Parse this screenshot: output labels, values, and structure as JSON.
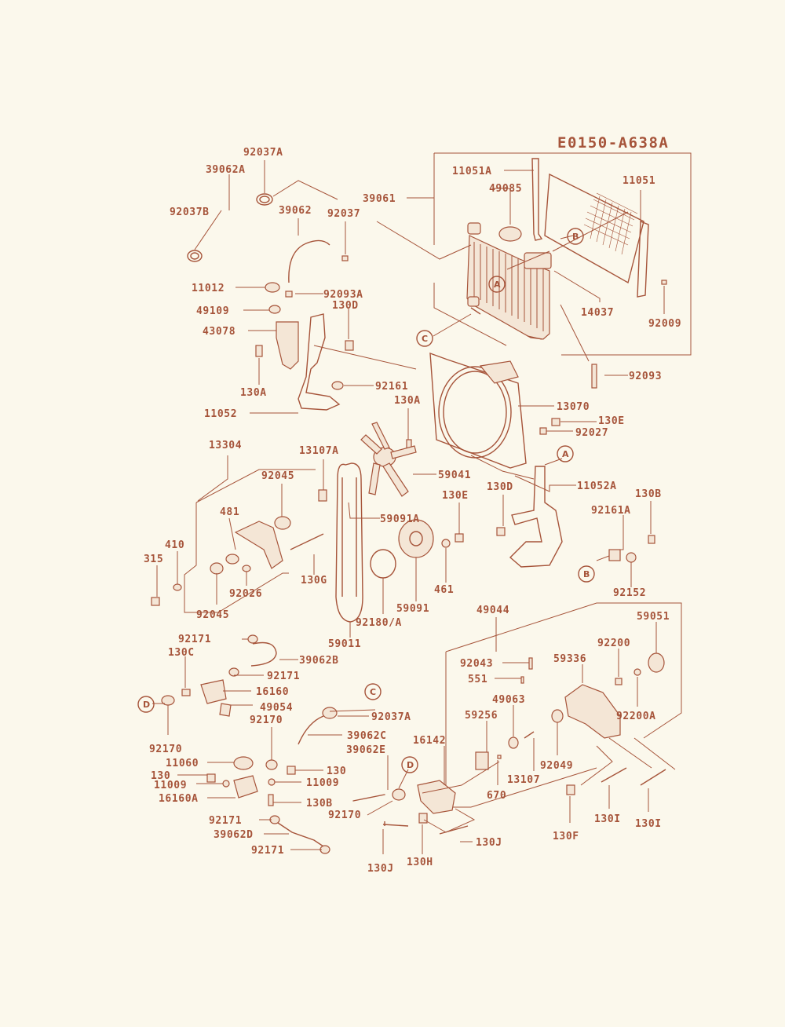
{
  "diagram_code": "E0150-A638A",
  "parts": {
    "p92037A_top": "92037A",
    "p39062A": "39062A",
    "p92037B": "92037B",
    "p39062": "39062",
    "p92037": "92037",
    "p39061": "39061",
    "p11051A": "11051A",
    "p49085": "49085",
    "p11051": "11051",
    "p11012": "11012",
    "p92093A": "92093A",
    "p49109": "49109",
    "p130D_top": "130D",
    "p43078": "43078",
    "p14037": "14037",
    "p92009": "92009",
    "p130A_left": "130A",
    "p92161": "92161",
    "p92093": "92093",
    "p11052": "11052",
    "p130A_mid": "130A",
    "p13070": "13070",
    "p130E_top": "130E",
    "p92027": "92027",
    "p13304": "13304",
    "p13107A": "13107A",
    "p92045_top": "92045",
    "p59041": "59041",
    "p11052A": "11052A",
    "p481": "481",
    "p130D_mid": "130D",
    "p130B_right": "130B",
    "p130E_mid": "130E",
    "p59091A": "59091A",
    "p92161A": "92161A",
    "p410": "410",
    "p315": "315",
    "p92026": "92026",
    "p130G": "130G",
    "p92045_bottom": "92045",
    "p461": "461",
    "p59091": "59091",
    "p92152": "92152",
    "p92180A": "92180/A",
    "p49044": "49044",
    "p59051": "59051",
    "p59011": "59011",
    "p92171_a": "92171",
    "p130C": "130C",
    "p39062B": "39062B",
    "p92200": "92200",
    "p92043": "92043",
    "p59336": "59336",
    "p92171_b": "92171",
    "p551": "551",
    "p16160": "16160",
    "p49054": "49054",
    "p49063": "49063",
    "p59256": "59256",
    "p92200A": "92200A",
    "p92170_left": "92170",
    "p92170_mid": "92170",
    "p92037A_bottom": "92037A",
    "p16142": "16142",
    "p39062C": "39062C",
    "p39062E": "39062E",
    "p11060": "11060",
    "p13107": "13107",
    "p92049": "92049",
    "p130_a": "130",
    "p130_b": "130",
    "p11009_left": "11009",
    "p11009_right": "11009",
    "p16160A": "16160A",
    "p130B_bottom": "130B",
    "p670": "670",
    "p92170_bottom": "92170",
    "p92171_c": "92171",
    "p39062D": "39062D",
    "p130J_right": "130J",
    "p130F": "130F",
    "p130I_a": "130I",
    "p130I_b": "130I",
    "p92171_d": "92171",
    "p130J_left": "130J",
    "p130H": "130H"
  },
  "refs": {
    "A": "A",
    "B": "B",
    "C": "C",
    "D": "D"
  }
}
